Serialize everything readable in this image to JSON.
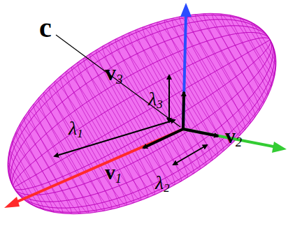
{
  "diagram": {
    "labels": [
      "c",
      "v3",
      "λ3",
      "λ1",
      "v2",
      "λ2",
      "v1"
    ]
  }
}
